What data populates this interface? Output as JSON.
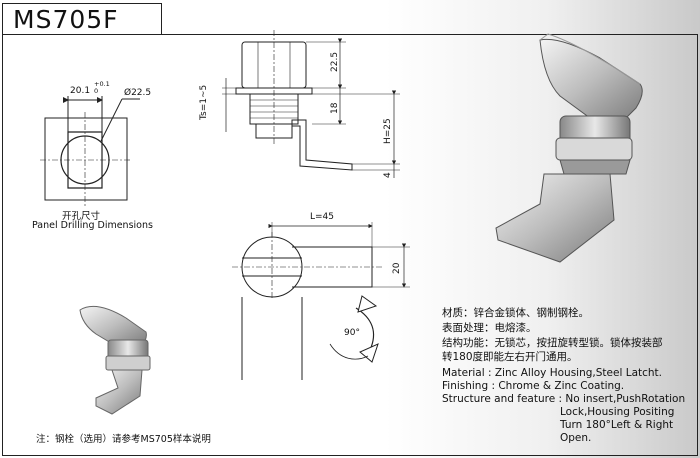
{
  "title": "MS705F",
  "panel_caption_cn": "开孔尺寸",
  "panel_caption_en": "Panel Drilling Dimensions",
  "dims": {
    "width_base": "20.1",
    "width_tol_up": "+0.1",
    "width_tol_down": "0",
    "diameter": "Ø22.5",
    "ts": "Ts=1~5",
    "top_height": "22.5",
    "mid_height": "18",
    "h": "H=25",
    "small": "4",
    "length": "L=45",
    "cam_width": "20",
    "rotation": "90°"
  },
  "specs_cn": {
    "material": "材质：锌合金锁体、钢制钢栓。",
    "finish": "表面处理：电熔漆。",
    "structure_1": "结构功能：无锁芯，按扭旋转型锁。锁体按装部",
    "structure_2": "转180度即能左右开门通用。"
  },
  "specs_en": {
    "material": "Material : Zinc Alloy Housing,Steel Latcht.",
    "finishing": "Finishing : Chrome & Zinc Coating.",
    "structure_1": "Structure and feature : No insert,PushRotation",
    "structure_2": "Lock,Housing Positing",
    "structure_3": "Turn 180°Left & Right",
    "structure_4": "Open."
  },
  "note": "注：钢栓（选用）请参考MS705样本说明"
}
